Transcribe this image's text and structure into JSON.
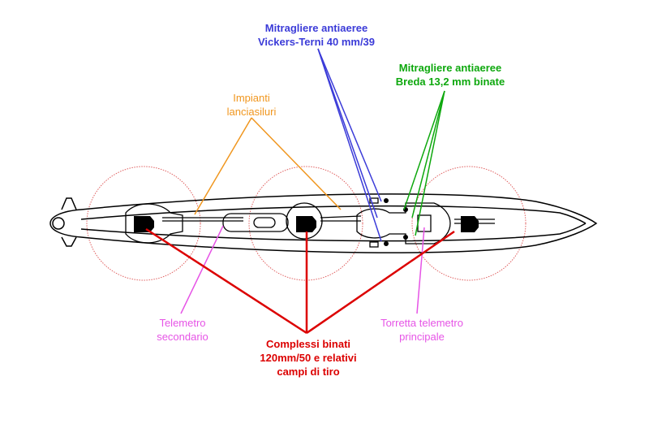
{
  "colors": {
    "blue": "#3b3bd8",
    "green": "#0ea80e",
    "orange": "#f0961e",
    "magenta": "#e654e6",
    "red": "#dc0000",
    "arc": "#e06060",
    "hull": "#000000"
  },
  "labels": {
    "vickers": [
      "Mitragliere antiaeree",
      "Vickers-Terni 40 mm/39"
    ],
    "breda": [
      "Mitragliere antiaeree",
      "Breda 13,2 mm binate"
    ],
    "siluri": [
      "Impianti",
      "lanciasiluri"
    ],
    "telemetro_secondario": [
      "Telemetro",
      "secondario"
    ],
    "complessi": [
      "Complessi binati",
      "120mm/50 e relativi",
      "campi di tiro"
    ],
    "torretta": [
      "Torretta telemetro",
      "principale"
    ]
  }
}
